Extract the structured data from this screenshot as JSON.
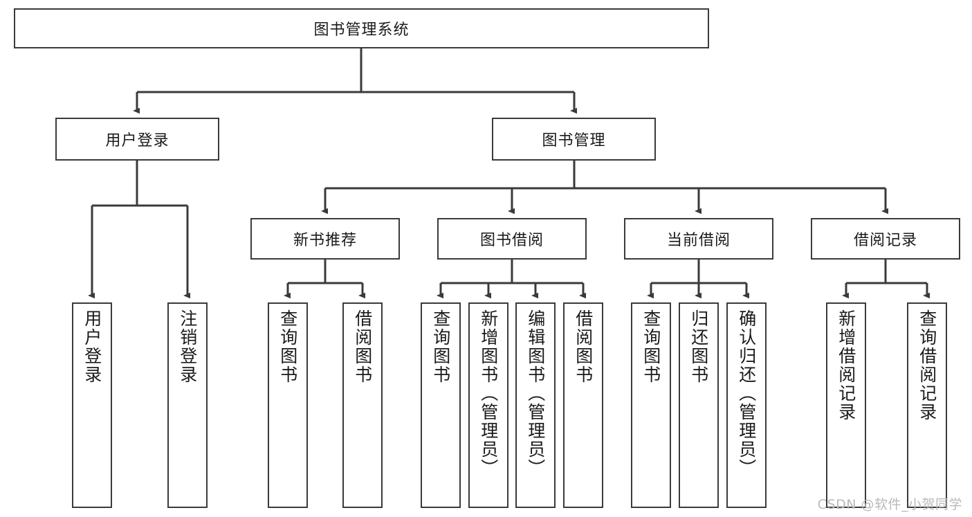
{
  "diagram": {
    "title": "图书管理系统",
    "type": "tree-hierarchy",
    "orientation": "top-down",
    "line_color": "#3a3a3a",
    "box_fill": "#ffffff",
    "text_color": "#1a1a1a",
    "watermark": "CSDN @软件_小贺同学",
    "watermark_color": "#b9b9b9"
  },
  "nodes": {
    "root": {
      "label": "图书管理系统"
    },
    "level2": [
      {
        "label": "用户登录"
      },
      {
        "label": "图书管理"
      }
    ],
    "level3": [
      {
        "label": "新书推荐"
      },
      {
        "label": "图书借阅"
      },
      {
        "label": "当前借阅"
      },
      {
        "label": "借阅记录"
      }
    ],
    "leaves": {
      "user_login": [
        {
          "label": "用户登录"
        },
        {
          "label": "注销登录"
        }
      ],
      "new_book_recommend": [
        {
          "label": "查询图书"
        },
        {
          "label": "借阅图书"
        }
      ],
      "book_borrow": [
        {
          "label": "查询图书"
        },
        {
          "label": "新增图书（管理员）"
        },
        {
          "label": "编辑图书（管理员）"
        },
        {
          "label": "借阅图书"
        }
      ],
      "current_borrow": [
        {
          "label": "查询图书"
        },
        {
          "label": "归还图书"
        },
        {
          "label": "确认归还（管理员）"
        }
      ],
      "borrow_record": [
        {
          "label": "新增借阅记录"
        },
        {
          "label": "查询借阅记录"
        }
      ]
    }
  }
}
